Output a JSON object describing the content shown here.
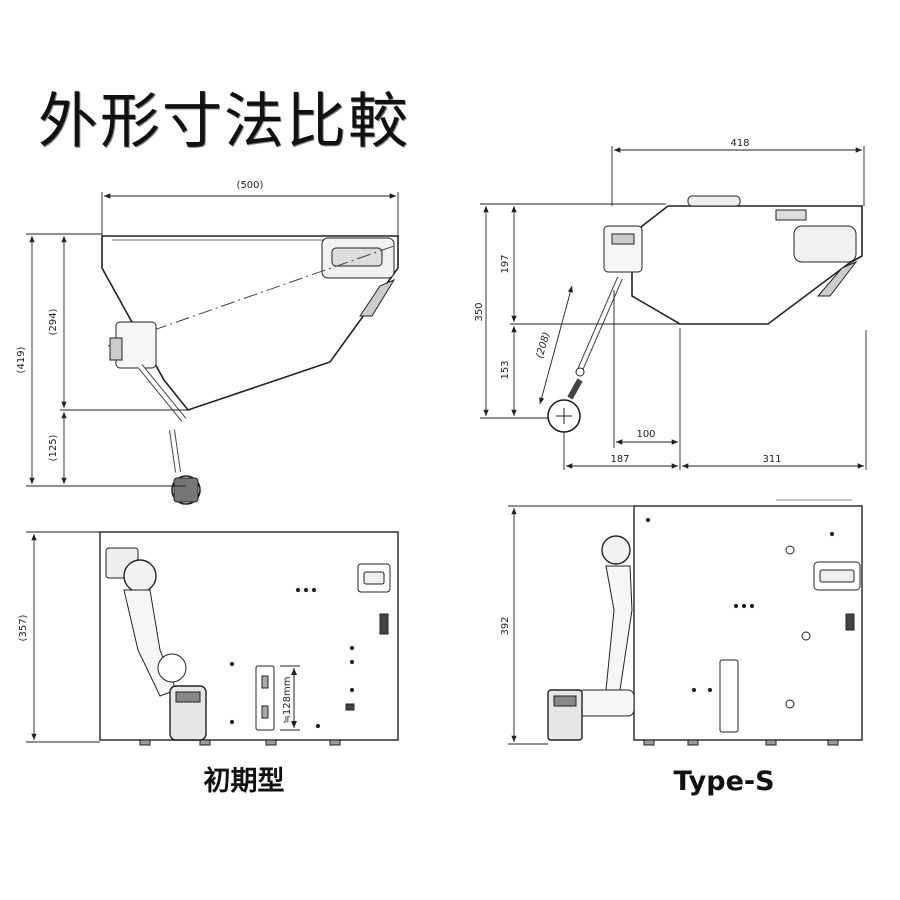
{
  "title": "外形寸法比較",
  "left": {
    "caption": "初期型",
    "dims": {
      "width": "(500)",
      "height_total": "(419)",
      "height_upper": "(294)",
      "height_lower": "(125)",
      "front_height": "(357)",
      "slot": "≒128mm"
    }
  },
  "right": {
    "caption": "Type-S",
    "dims": {
      "width": "418",
      "height_total": "350",
      "height_upper": "197",
      "height_lower": "153",
      "arm": "(208)",
      "offset_inner": "100",
      "offset_left": "187",
      "offset_right": "311",
      "front_height": "392"
    }
  }
}
